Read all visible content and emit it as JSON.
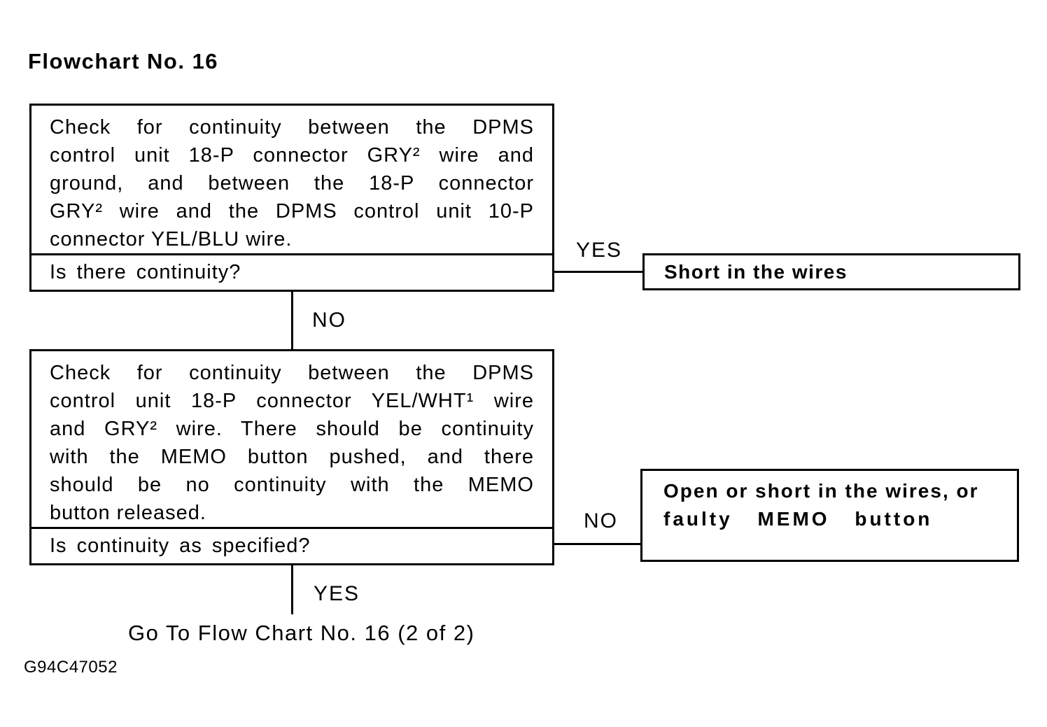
{
  "page": {
    "title": "Flowchart No. 16",
    "figure_code": "G94C47052"
  },
  "step1": {
    "body_lines": [
      "Check for continuity between the DPMS",
      "control unit 18-P connector GRY² wire and",
      "ground, and between the 18-P connector",
      "GRY² wire and the DPMS control unit 10-P",
      "connector YEL/BLU wire."
    ],
    "question": "Is there continuity?",
    "yes_label": "YES",
    "no_label": "NO",
    "yes_result": "Short in the wires"
  },
  "step2": {
    "body_lines": [
      "Check for continuity between the DPMS",
      "control unit 18-P connector YEL/WHT¹ wire",
      "and GRY² wire. There should be continuity",
      "with the MEMO button pushed, and there",
      "should be no continuity with the MEMO",
      "button released."
    ],
    "question": "Is continuity as specified?",
    "no_label": "NO",
    "yes_label": "YES",
    "no_result_lines": [
      "Open or short in the wires, or",
      "faulty MEMO button"
    ],
    "yes_next": "Go To Flow Chart No. 16 (2 of 2)"
  }
}
